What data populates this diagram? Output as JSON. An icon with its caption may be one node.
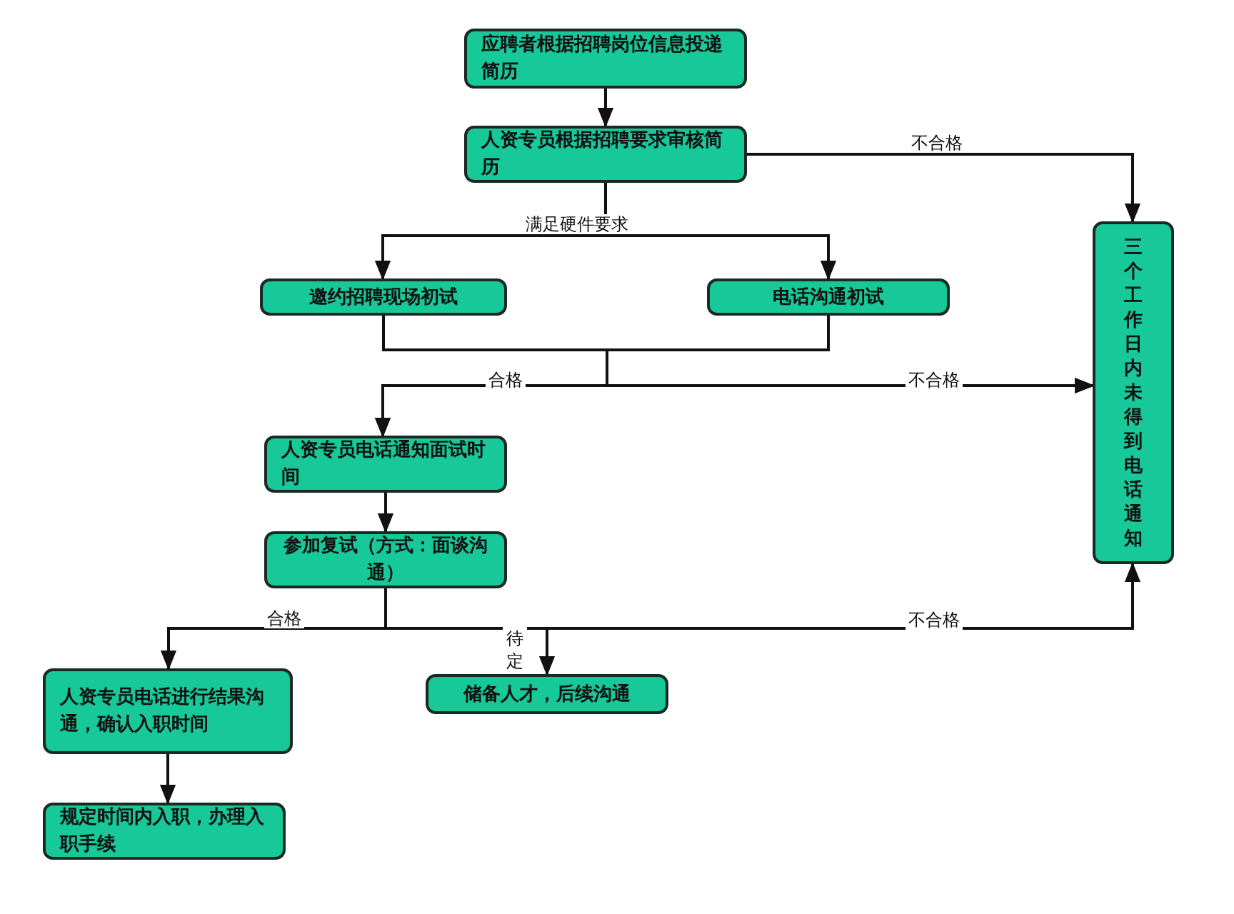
{
  "diagram": {
    "nodes": [
      {
        "text": [
          "应聘者根据招聘岗位信息投递简历"
        ]
      },
      {
        "text": [
          "人资专员根据招聘要求审核简历"
        ]
      },
      {
        "text": [
          "邀约招聘现场初试"
        ]
      },
      {
        "text": [
          "电话沟通初试"
        ]
      },
      {
        "text": [
          "三个工作日内未得到电话通知"
        ]
      },
      {
        "text": [
          "人资专员电话通知面试时间"
        ]
      },
      {
        "text": [
          "参加复试（方式：面谈沟通）"
        ]
      },
      {
        "text": [
          "人资专员电话进行结果沟通，确认入职时间"
        ]
      },
      {
        "text": [
          "储备人才，后续沟通"
        ]
      },
      {
        "text": [
          "规定时间内入职，办理入职手续"
        ]
      }
    ],
    "edges": [
      {
        "from": 0,
        "to": 1,
        "arrow": "to"
      },
      {
        "from": 1,
        "to": 4,
        "arrow": "to",
        "label": "不合格"
      },
      {
        "from": 1,
        "to": 2,
        "arrow": "to",
        "label": "满足硬件要求"
      },
      {
        "from": 1,
        "to": 3,
        "arrow": "to"
      },
      {
        "from": 2,
        "to": 5,
        "arrow": "to",
        "label": "合格"
      },
      {
        "from": 3,
        "to": 5,
        "arrow": "to"
      },
      {
        "from": 2,
        "to": 4,
        "arrow": "to",
        "label": "不合格"
      },
      {
        "from": 3,
        "to": 4,
        "arrow": "to"
      },
      {
        "from": 5,
        "to": 6,
        "arrow": "to"
      },
      {
        "from": 6,
        "to": 7,
        "arrow": "to",
        "label": "合格"
      },
      {
        "from": 6,
        "to": 8,
        "arrow": "to",
        "label": "待定"
      },
      {
        "from": 6,
        "to": 4,
        "arrow": "to",
        "label": "不合格"
      },
      {
        "from": 7,
        "to": 9,
        "arrow": "to"
      }
    ]
  }
}
